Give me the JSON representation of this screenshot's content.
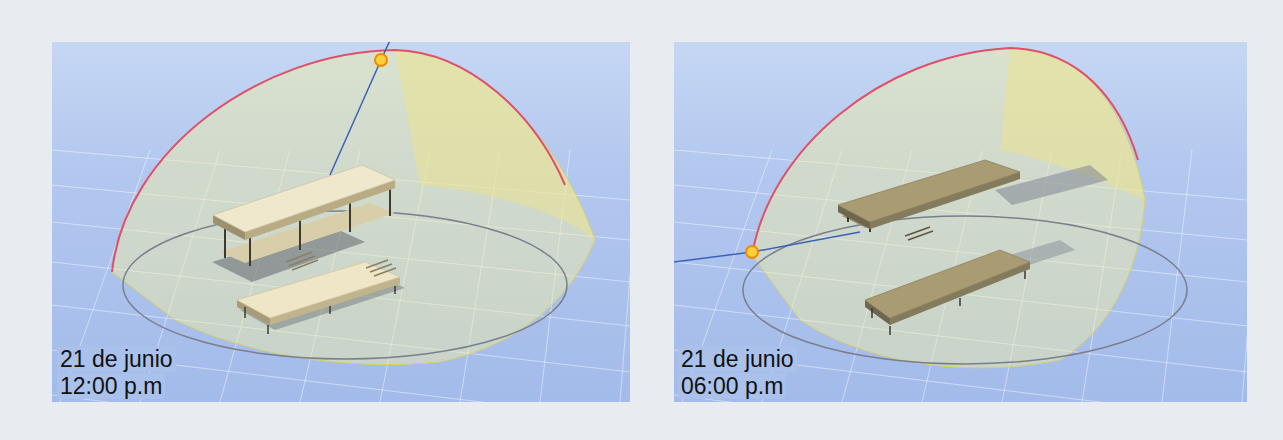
{
  "diagram": {
    "labels": [
      "21 de junio",
      "12:00 p.m",
      "21 de junio",
      "06:00 p.m"
    ]
  }
}
